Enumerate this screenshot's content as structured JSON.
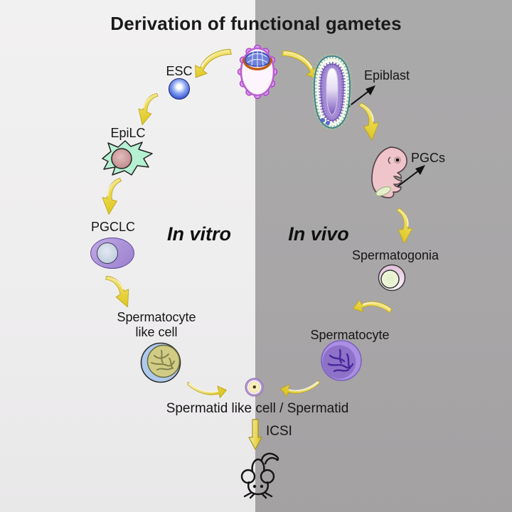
{
  "title": "Derivation of functional gametes",
  "sections": {
    "in_vitro": "In vitro",
    "in_vivo": "In vivo"
  },
  "stages": {
    "esc": "ESC",
    "epilc": "EpiLC",
    "pgclc": "PGCLC",
    "spermatocyte_like": {
      "line1": "Spermatocyte",
      "line2": "like cell"
    },
    "epiblast": "Epiblast",
    "pgcs": "PGCs",
    "spermatogonia": "Spermatogonia",
    "spermatocyte": "Spermatocyte",
    "spermatid_row": "Spermatid like cell / Spermatid",
    "icsi": "ICSI"
  },
  "illustrations": {
    "top_center": "blastocyst",
    "in_vivo_top": "egg-cylinder-embryo",
    "in_vivo_mid": "mouse-fetus",
    "bottom_center": "mouse"
  },
  "colors": {
    "background_left": "#efeeee",
    "background_right": "#a8a6a7",
    "arrow_yellow": "#e3cf30",
    "arrow_yellow_light": "#f7f2b4",
    "esc_blue": "#4161d8",
    "epilc_mint": "#b5f0d2",
    "pgclc_purple": "#9a7fce",
    "spermatocyte_purple": "#8e72ca",
    "title_text": "#1a1a1a"
  }
}
